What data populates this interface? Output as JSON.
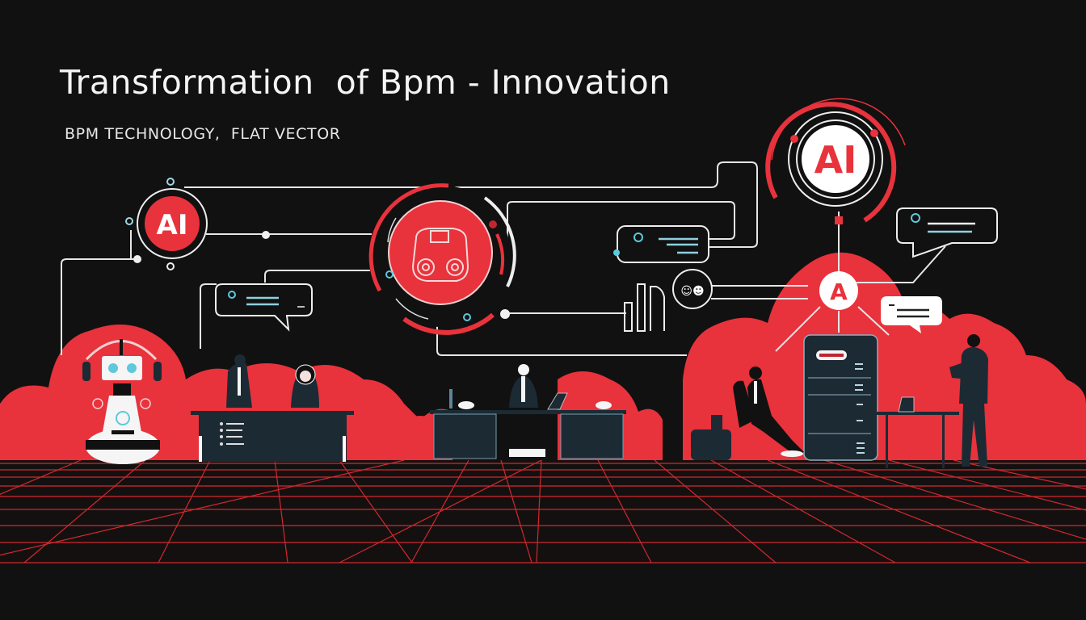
{
  "header": {
    "title": "Transformation  of Bpm - Innovation",
    "subtitle": "BPM TECHNOLOGY,  FLAT VECTOR"
  },
  "illustration": {
    "ai_badge_left": "AI",
    "ai_badge_right": "AI",
    "node_a": "A",
    "hub_label": "robot-face hub",
    "colors": {
      "background": "#111111",
      "accent_red": "#e8323c",
      "line_white": "#e6e6e6",
      "accent_cyan": "#5ec8dc",
      "dark_navy": "#1c2a34"
    }
  }
}
